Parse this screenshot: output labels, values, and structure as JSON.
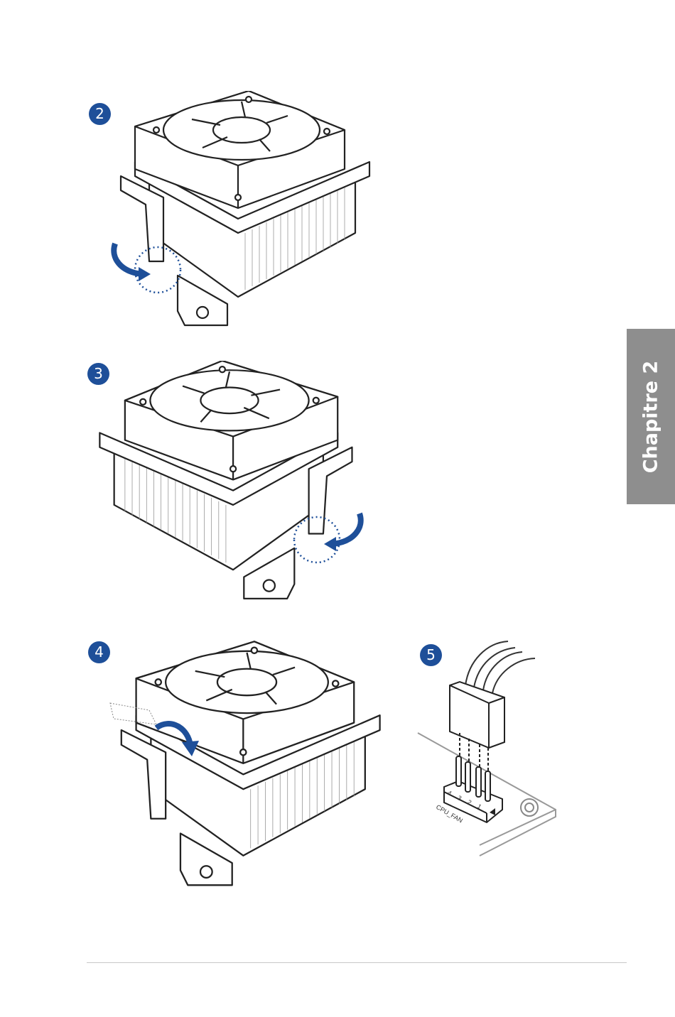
{
  "steps": [
    {
      "number": "2"
    },
    {
      "number": "3"
    },
    {
      "number": "4"
    },
    {
      "number": "5"
    }
  ],
  "connector": {
    "label": "CPU_FAN",
    "pins": [
      "4",
      "3",
      "2",
      "1"
    ]
  },
  "chapter_tab": {
    "label": "Chapitre 2"
  },
  "colors": {
    "accent": "#1e4f99",
    "tab": "#8e8e8e"
  }
}
